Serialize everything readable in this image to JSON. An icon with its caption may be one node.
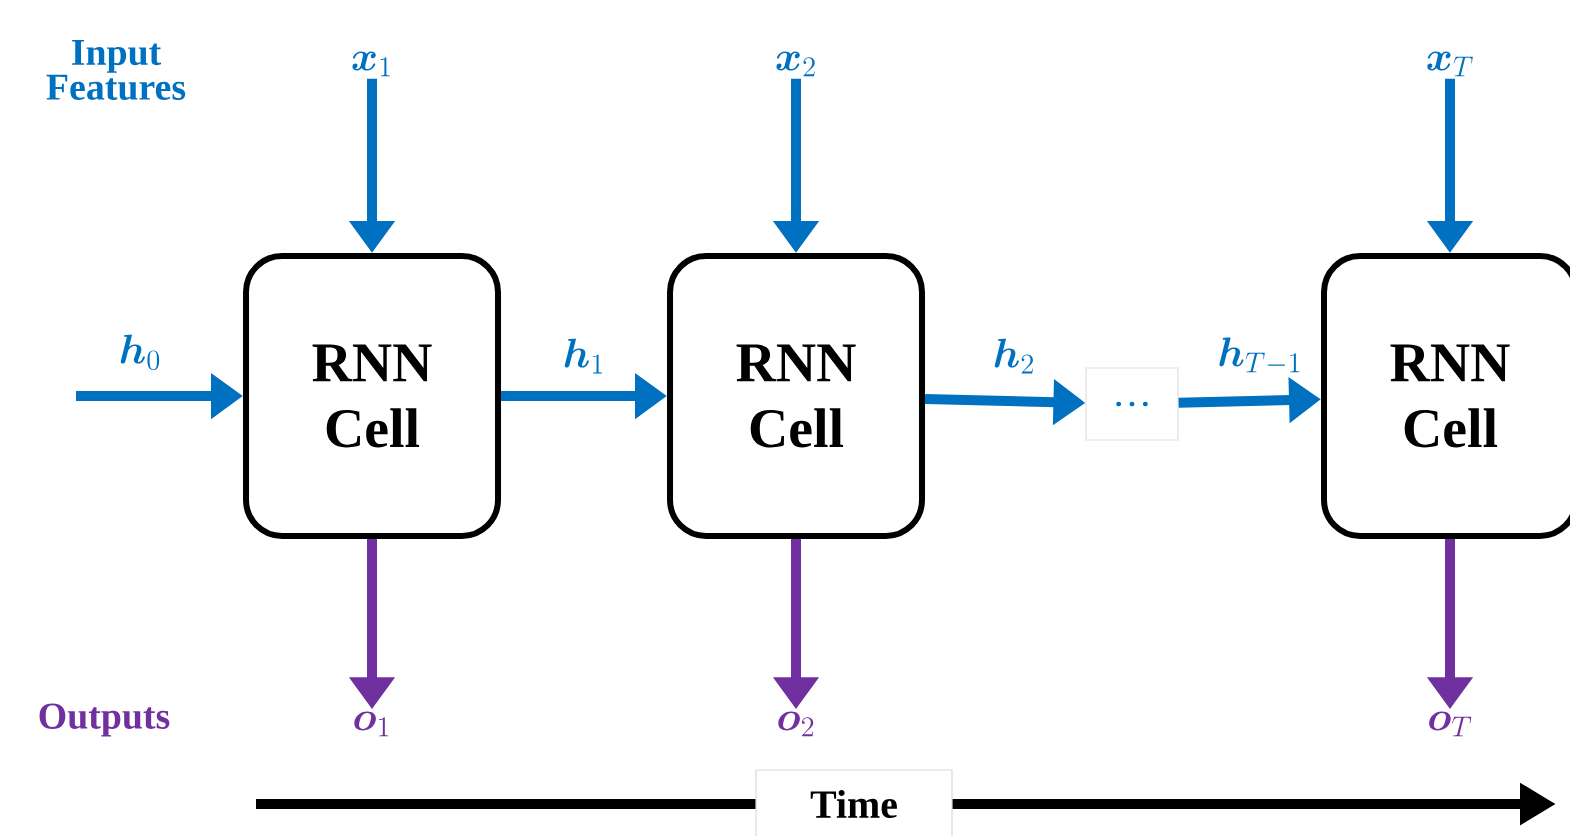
{
  "diagram": {
    "nodes": [
      {
        "text": [
          "RNN Cell"
        ]
      },
      {
        "text": [
          "RNN Cell"
        ]
      },
      {
        "text": [
          "…"
        ]
      },
      {
        "text": [
          "RNN Cell"
        ]
      },
      {
        "text": [
          "\\boldsymbol{x}_{1}"
        ]
      },
      {
        "text": [
          "\\boldsymbol{x}_{2}"
        ]
      },
      {
        "text": [
          "\\boldsymbol{x}_{T}"
        ]
      },
      {
        "text": [
          "\\boldsymbol{o}_{1}"
        ]
      },
      {
        "text": [
          "\\boldsymbol{o}_{2}"
        ]
      },
      {
        "text": [
          "\\boldsymbol{o}_{T}"
        ]
      }
    ],
    "edges": [
      {
        "from": null,
        "to": 0,
        "arrow": "to",
        "label": "\\boldsymbol{h}_{0}"
      },
      {
        "from": 0,
        "to": 1,
        "arrow": "to",
        "label": "\\boldsymbol{h}_{1}"
      },
      {
        "from": 1,
        "to": 2,
        "arrow": "to",
        "label": "\\boldsymbol{h}_{2}"
      },
      {
        "from": 2,
        "to": 3,
        "arrow": "to",
        "label": "\\boldsymbol{h}_{T-1}"
      },
      {
        "from": 4,
        "to": 0,
        "arrow": "to"
      },
      {
        "from": 5,
        "to": 1,
        "arrow": "to"
      },
      {
        "from": 6,
        "to": 3,
        "arrow": "to"
      },
      {
        "from": 0,
        "to": 7,
        "arrow": "to",
        "color": "#7030a0"
      },
      {
        "from": 1,
        "to": 8,
        "arrow": "to",
        "color": "#7030a0"
      },
      {
        "from": 3,
        "to": 9,
        "arrow": "to",
        "color": "#7030a0"
      }
    ],
    "labels": [
      "Input Features",
      "Outputs",
      "Time"
    ]
  }
}
